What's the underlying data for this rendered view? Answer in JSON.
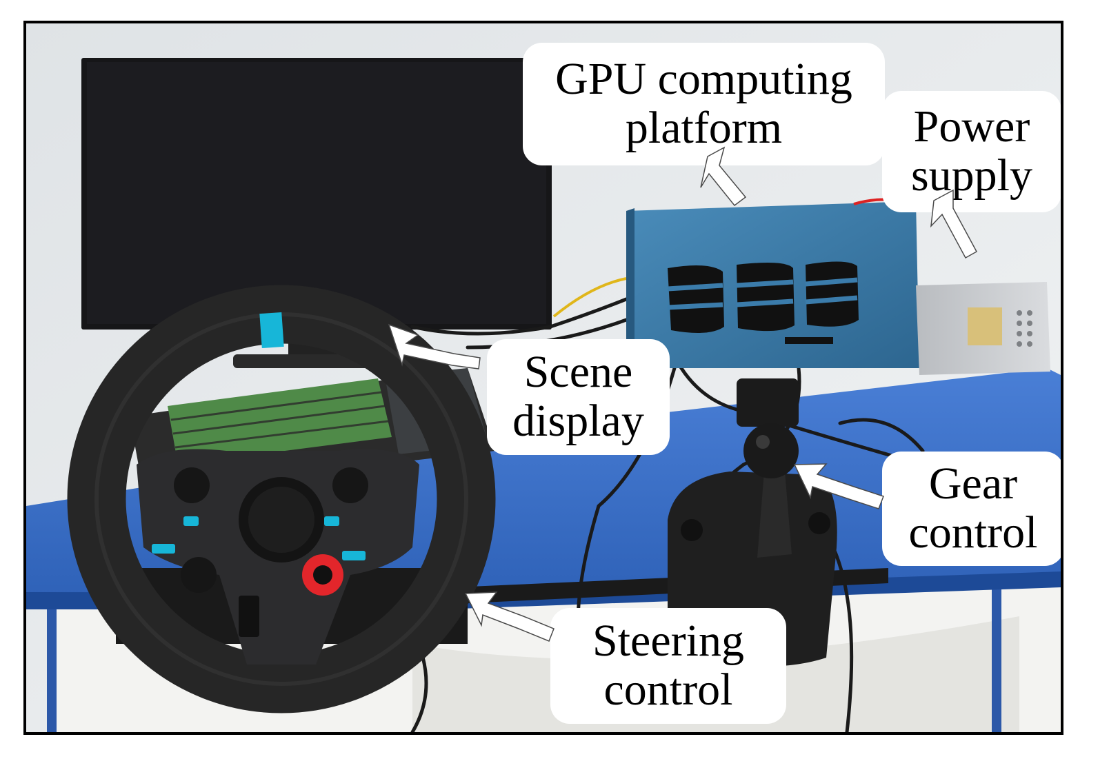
{
  "labels": {
    "gpu": {
      "line1": "GPU computing",
      "line2": "platform"
    },
    "power": {
      "line1": "Power",
      "line2": "supply"
    },
    "scene": {
      "line1": "Scene",
      "line2": "display"
    },
    "gear": {
      "line1": "Gear",
      "line2": "control"
    },
    "steering": {
      "line1": "Steering",
      "line2": "control"
    }
  },
  "colors": {
    "wall": "#e9ecee",
    "desk": "#3a6fc9",
    "monitor": "#161618",
    "gpu_case": "#3b7cab",
    "steering_wheel": "#262626",
    "keycap_green": "#4f8a48",
    "dial_red": "#e3262b",
    "button_cyan": "#17b6d8",
    "callout": "#ffffff",
    "border": "#000000"
  }
}
